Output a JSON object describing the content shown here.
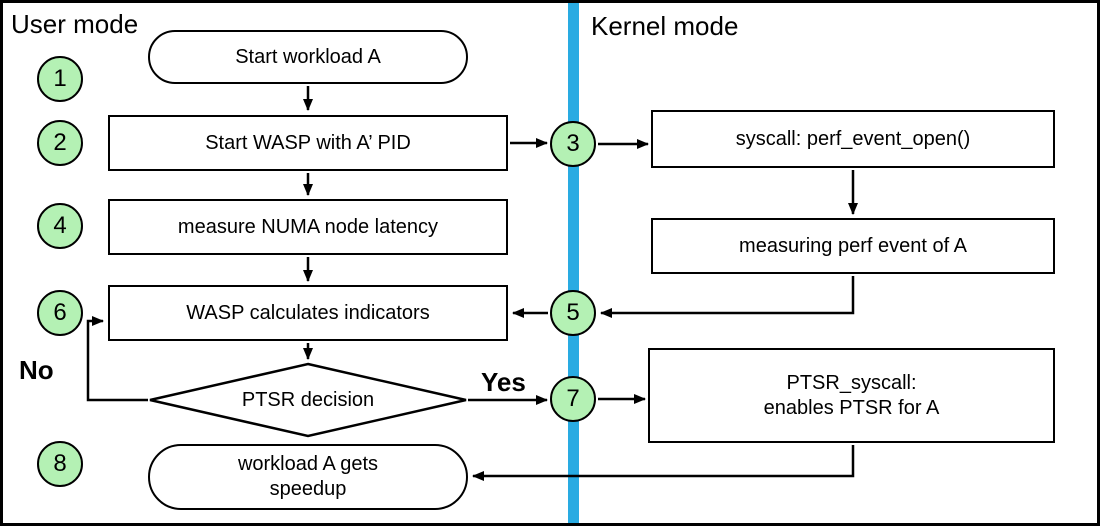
{
  "diagram": {
    "regions": {
      "user_mode": "User mode",
      "kernel_mode": "Kernel mode"
    },
    "steps": [
      "1",
      "2",
      "3",
      "4",
      "5",
      "6",
      "7",
      "8"
    ],
    "nodes": {
      "start_workload": "Start workload A",
      "start_wasp": "Start WASP with A’ PID",
      "measure_numa": "measure NUMA node latency",
      "wasp_calculates": "WASP calculates indicators",
      "ptsr_decision": "PTSR decision",
      "workload_speedup_line1": "workload A gets",
      "workload_speedup_line2": "speedup",
      "syscall_open": "syscall: perf_event_open()",
      "measuring_perf": "measuring perf event of A",
      "ptsr_syscall_line1": "PTSR_syscall:",
      "ptsr_syscall_line2": "enables PTSR for A"
    },
    "edge_labels": {
      "yes": "Yes",
      "no": "No"
    },
    "colors": {
      "circle_fill": "#b4f1b4",
      "divider_blue": "#29abe2",
      "border": "#000000",
      "background": "#ffffff"
    }
  }
}
